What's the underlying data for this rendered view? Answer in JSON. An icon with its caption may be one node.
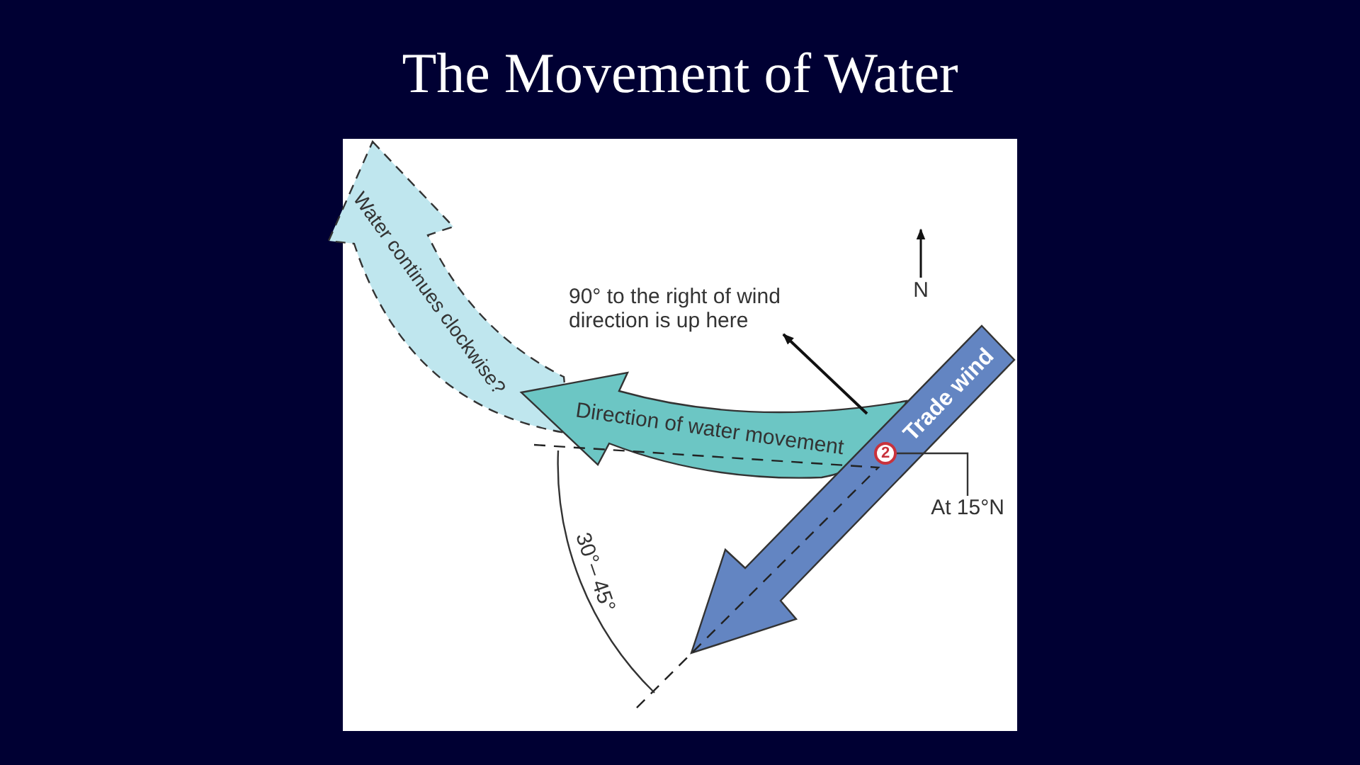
{
  "diagram": {
    "title": "The Movement of Water",
    "nodes": [
      {
        "text": [
          "2"
        ]
      },
      {
        "text": [
          "At 15°N"
        ]
      }
    ],
    "edges": [
      {
        "from": 0,
        "to": 1,
        "arrow": "none"
      }
    ],
    "labels": [
      "Water continues clockwise?",
      "90° to the right of wind direction is up here",
      "N",
      "Trade wind",
      "Direction of water movement",
      "30°– 45°"
    ]
  }
}
